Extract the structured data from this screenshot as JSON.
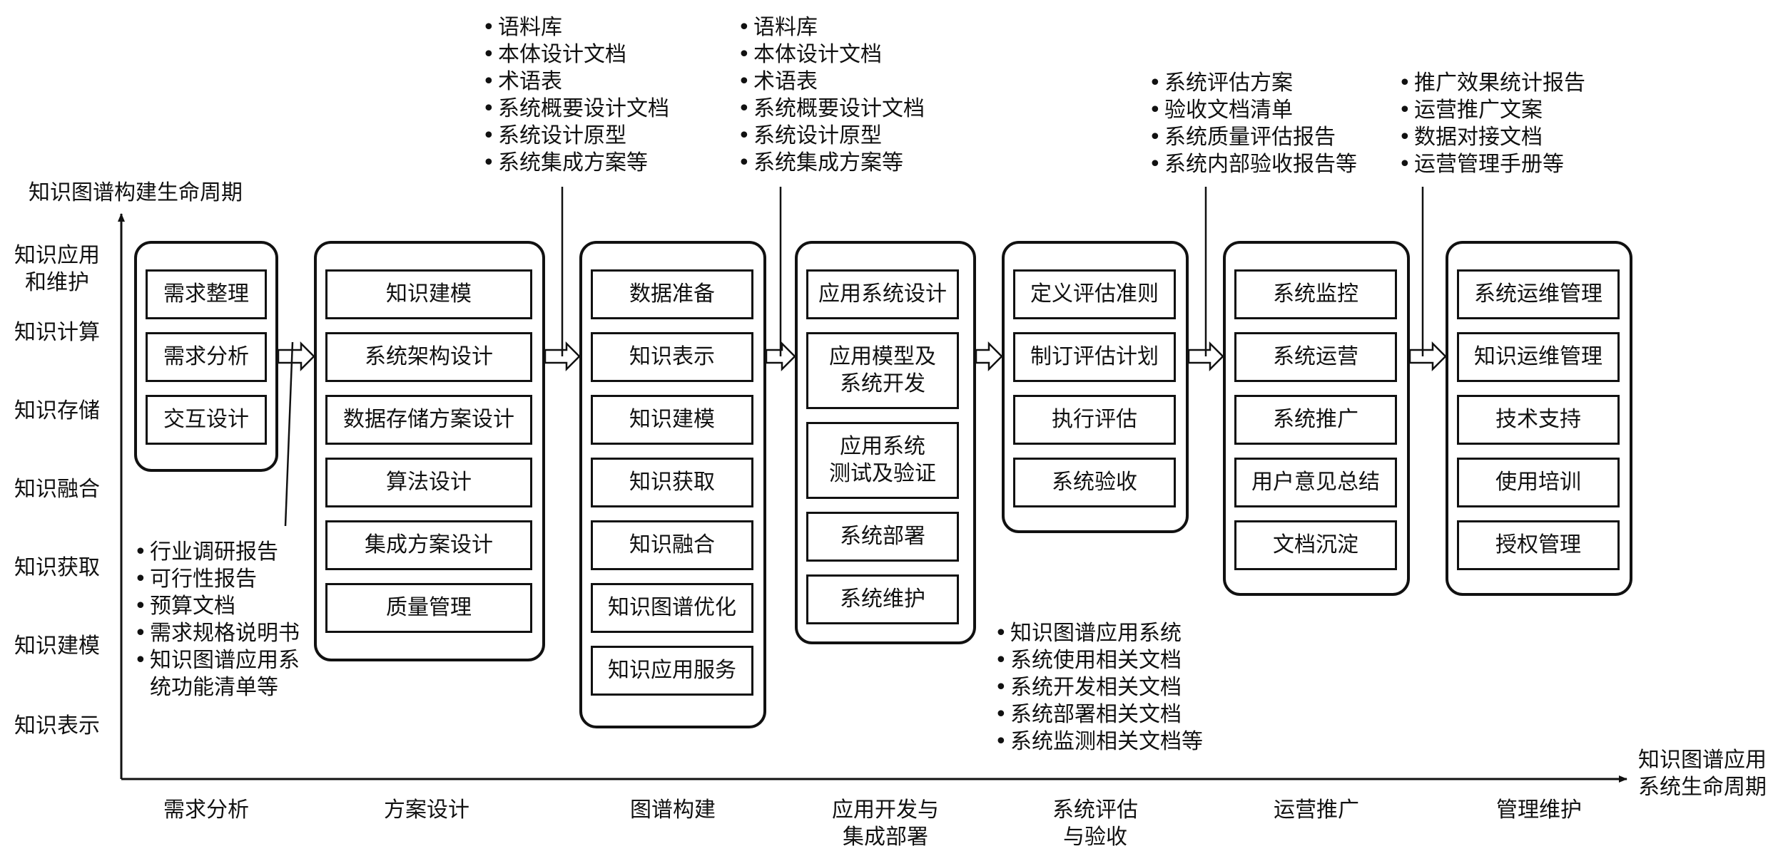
{
  "axes": {
    "y_title": "知识图谱构建生命周期",
    "x_title": "知识图谱应用\n系统生命周期",
    "y_levels": [
      "知识应用\n和维护",
      "知识计算",
      "知识存储",
      "知识融合",
      "知识获取",
      "知识建模",
      "知识表示"
    ]
  },
  "stages": [
    {
      "label": "需求分析",
      "steps": [
        "需求整理",
        "需求分析",
        "交互设计"
      ]
    },
    {
      "label": "方案设计",
      "steps": [
        "知识建模",
        "系统架构设计",
        "数据存储方案设计",
        "算法设计",
        "集成方案设计",
        "质量管理"
      ]
    },
    {
      "label": "图谱构建",
      "steps": [
        "数据准备",
        "知识表示",
        "知识建模",
        "知识获取",
        "知识融合",
        "知识图谱优化",
        "知识应用服务"
      ]
    },
    {
      "label": "应用开发与\n集成部署",
      "steps": [
        "应用系统设计",
        "应用模型及\n系统开发",
        "应用系统\n测试及验证",
        "系统部署",
        "系统维护"
      ]
    },
    {
      "label": "系统评估\n与验收",
      "steps": [
        "定义评估准则",
        "制订评估计划",
        "执行评估",
        "系统验收"
      ]
    },
    {
      "label": "运营推广",
      "steps": [
        "系统监控",
        "系统运营",
        "系统推广",
        "用户意见总结",
        "文档沉淀"
      ]
    },
    {
      "label": "管理维护",
      "steps": [
        "系统运维管理",
        "知识运维管理",
        "技术支持",
        "使用培训",
        "授权管理"
      ]
    }
  ],
  "artifacts": [
    {
      "items": [
        "行业调研报告",
        "可行性报告",
        "预算文档",
        "需求规格说明书",
        "知识图谱应用系\n统功能清单等"
      ]
    },
    {
      "items": [
        "语料库",
        "本体设计文档",
        "术语表",
        "系统概要设计文档",
        "系统设计原型",
        "系统集成方案等"
      ]
    },
    {
      "items": [
        "语料库",
        "本体设计文档",
        "术语表",
        "系统概要设计文档",
        "系统设计原型",
        "系统集成方案等"
      ]
    },
    {
      "items": [
        "知识图谱应用系统",
        "系统使用相关文档",
        "系统开发相关文档",
        "系统部署相关文档",
        "系统监测相关文档等"
      ]
    },
    {
      "items": [
        "系统评估方案",
        "验收文档清单",
        "系统质量评估报告",
        "系统内部验收报告等"
      ]
    },
    {
      "items": [
        "推广效果统计报告",
        "运营推广文案",
        "数据对接文档",
        "运营管理手册等"
      ]
    }
  ]
}
